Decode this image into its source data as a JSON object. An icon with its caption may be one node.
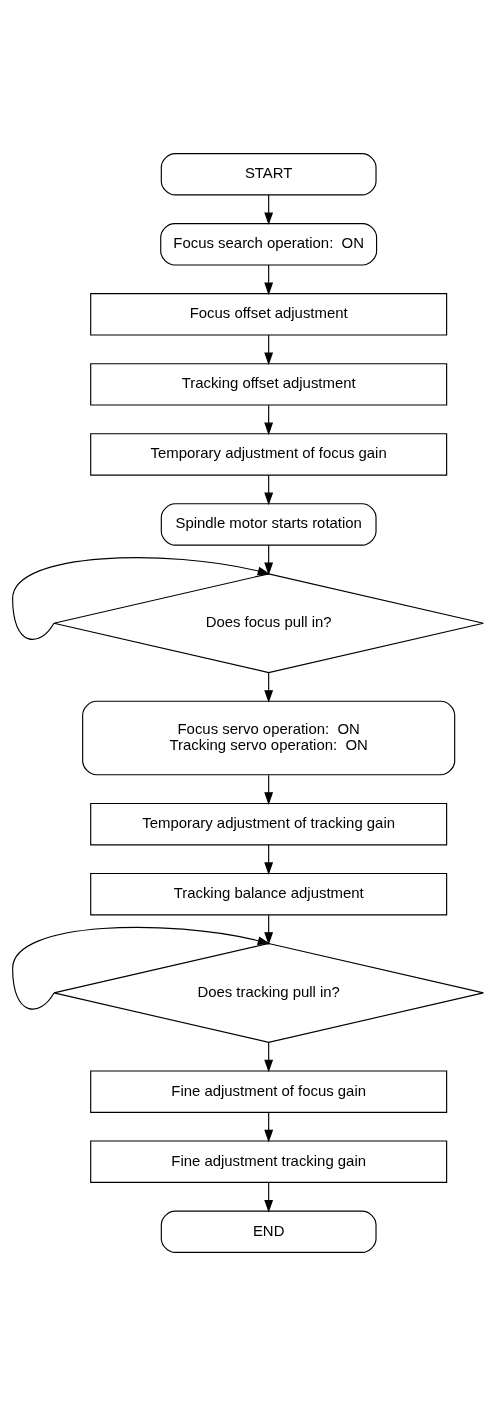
{
  "diagram": {
    "nodes": [
      {
        "text": [
          "START"
        ]
      },
      {
        "text": [
          "Focus search operation:  ON"
        ]
      },
      {
        "text": [
          "Focus offset adjustment"
        ]
      },
      {
        "text": [
          "Tracking offset adjustment"
        ]
      },
      {
        "text": [
          "Temporary adjustment of focus gain"
        ]
      },
      {
        "text": [
          "Spindle motor starts rotation"
        ]
      },
      {
        "text": [
          "Does focus pull in?"
        ]
      },
      {
        "text": [
          "Focus servo operation:  ON",
          "Tracking servo operation:  ON"
        ]
      },
      {
        "text": [
          "Temporary adjustment of tracking gain"
        ]
      },
      {
        "text": [
          "Tracking balance adjustment"
        ]
      },
      {
        "text": [
          "Does tracking pull in?"
        ]
      },
      {
        "text": [
          "Fine adjustment of focus gain"
        ]
      },
      {
        "text": [
          "Fine adjustment tracking gain"
        ]
      },
      {
        "text": [
          "END"
        ]
      }
    ],
    "edges": [
      {
        "from": 0,
        "to": 1,
        "arrow": "to"
      },
      {
        "from": 1,
        "to": 2,
        "arrow": "to"
      },
      {
        "from": 2,
        "to": 3,
        "arrow": "to"
      },
      {
        "from": 3,
        "to": 4,
        "arrow": "to"
      },
      {
        "from": 4,
        "to": 5,
        "arrow": "to"
      },
      {
        "from": 5,
        "to": 6,
        "arrow": "to"
      },
      {
        "from": 6,
        "to": 6,
        "arrow": "to"
      },
      {
        "from": 6,
        "to": 7,
        "arrow": "to"
      },
      {
        "from": 7,
        "to": 8,
        "arrow": "to"
      },
      {
        "from": 8,
        "to": 9,
        "arrow": "to"
      },
      {
        "from": 9,
        "to": 10,
        "arrow": "to"
      },
      {
        "from": 10,
        "to": 10,
        "arrow": "to"
      },
      {
        "from": 10,
        "to": 11,
        "arrow": "to"
      },
      {
        "from": 11,
        "to": 12,
        "arrow": "to"
      },
      {
        "from": 12,
        "to": 13,
        "arrow": "to"
      }
    ]
  }
}
